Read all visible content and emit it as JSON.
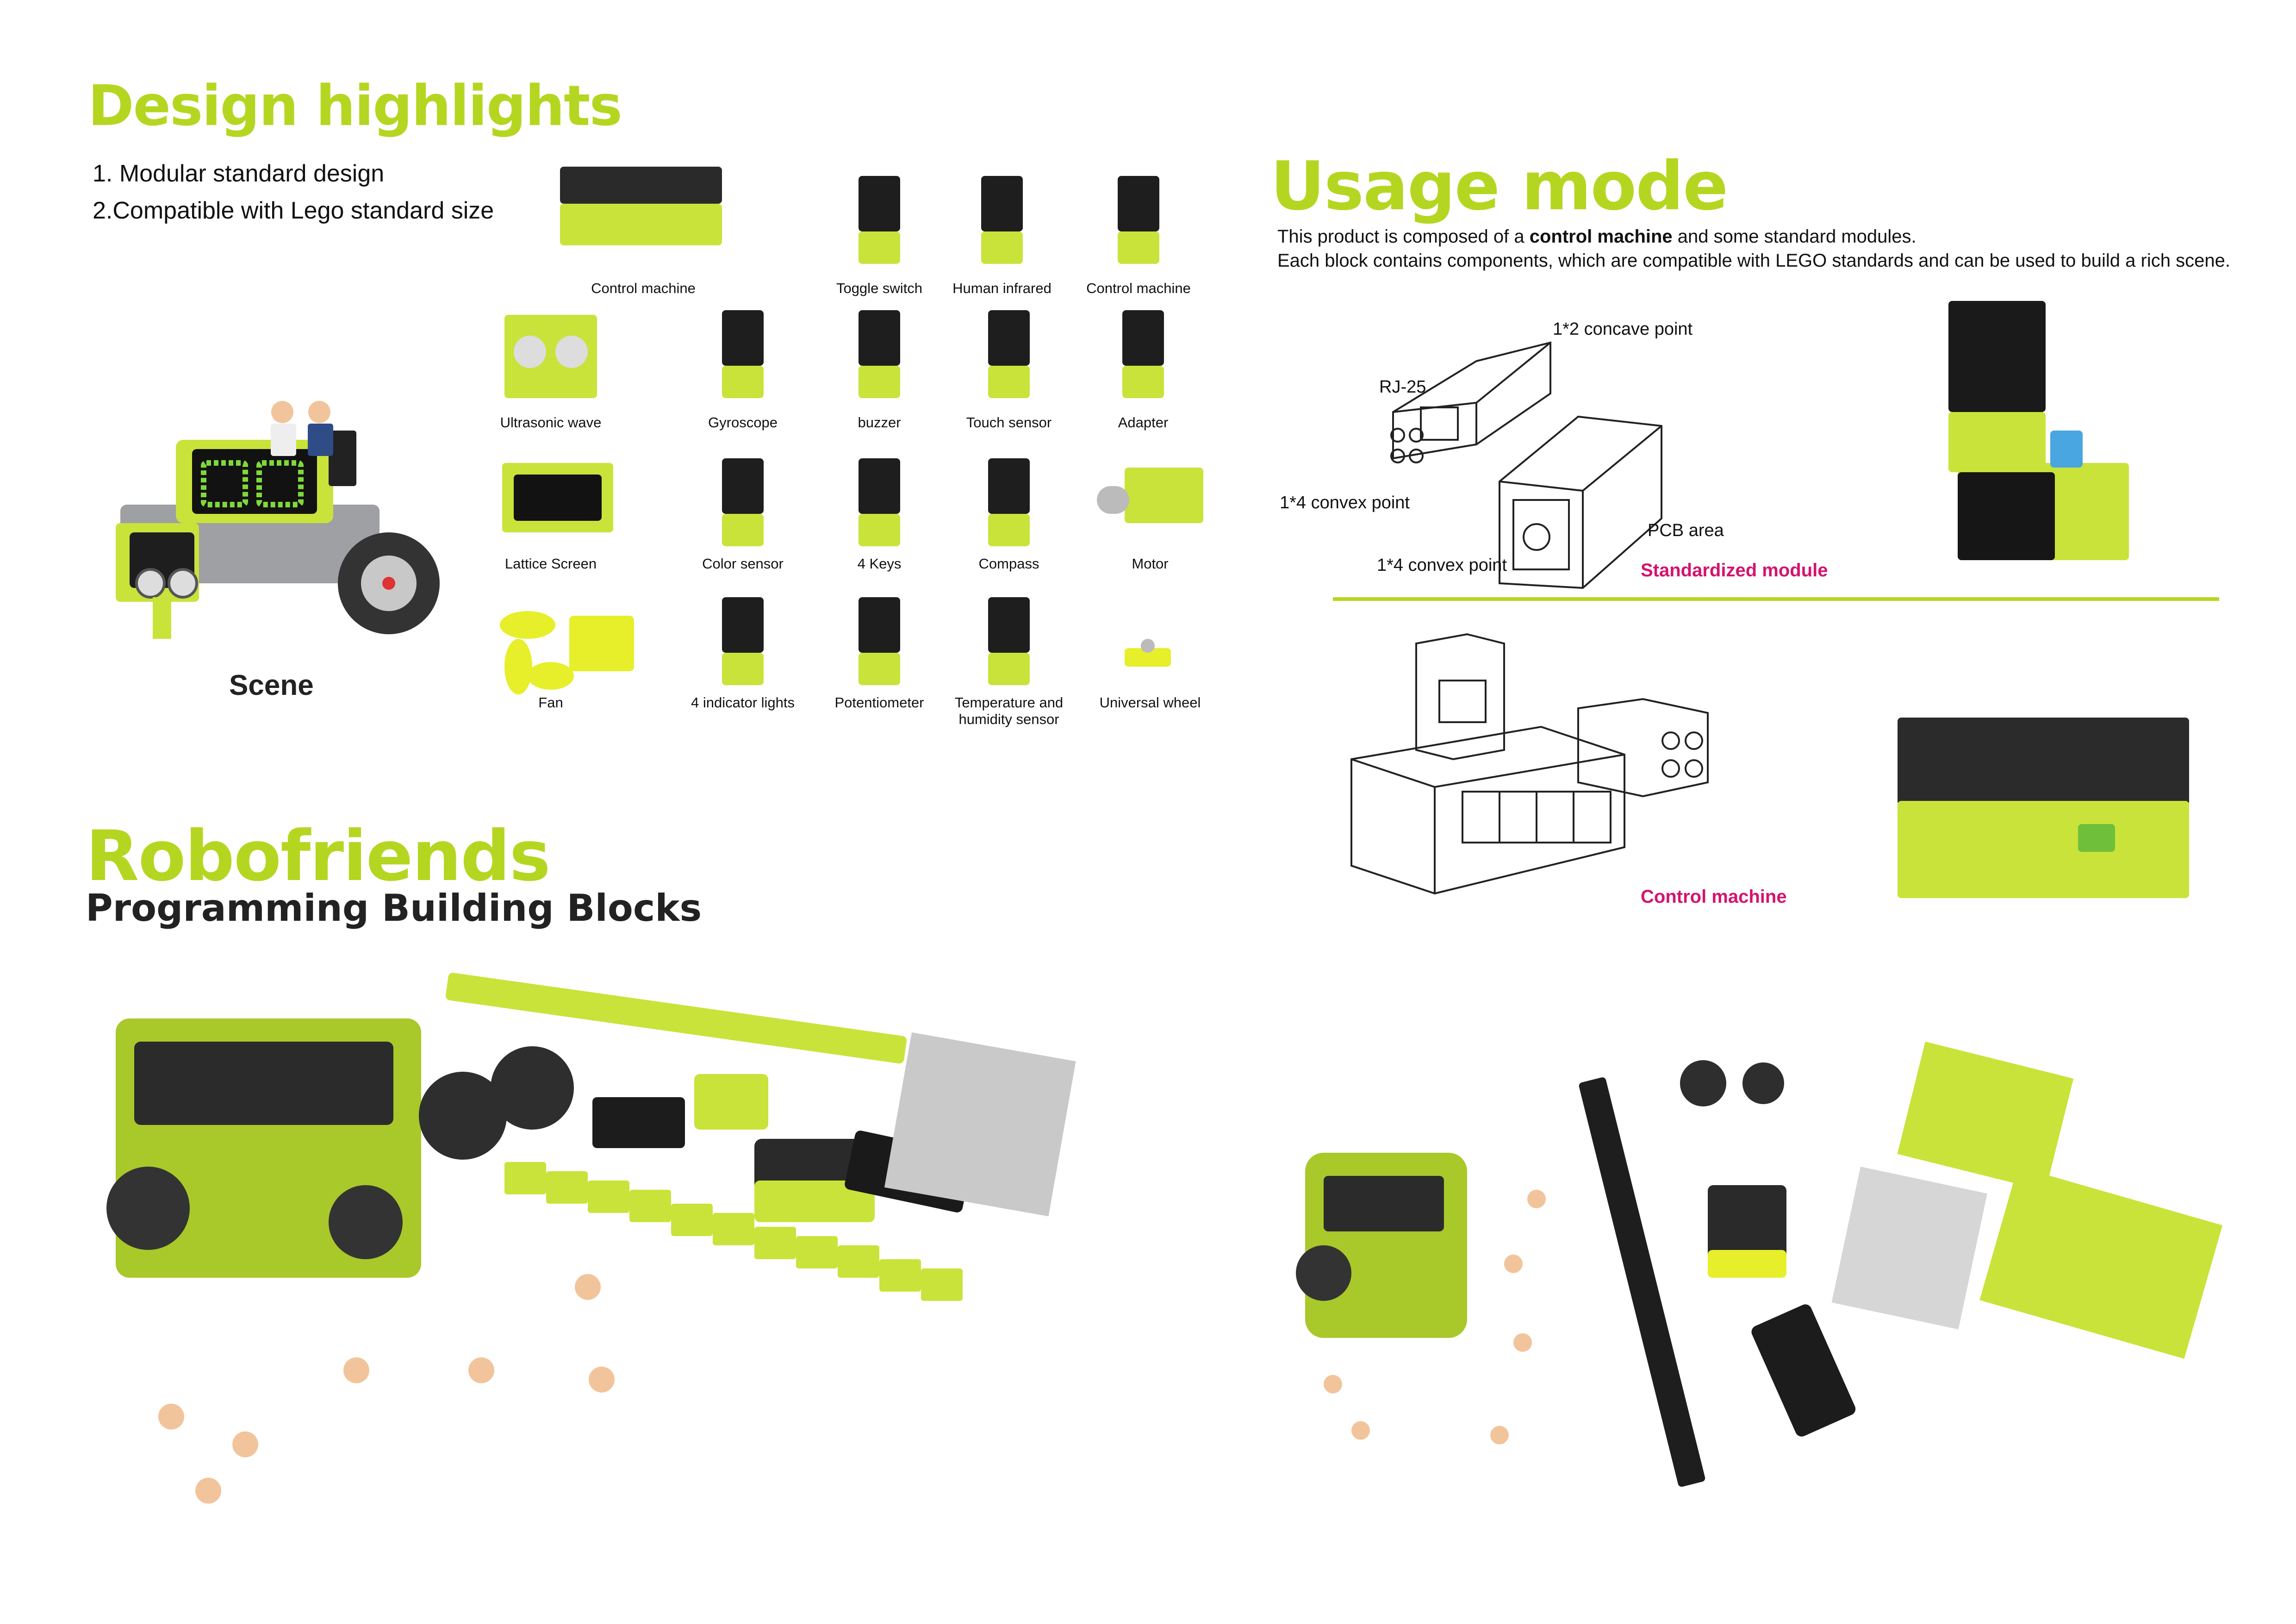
{
  "design": {
    "title": "Design highlights",
    "points": [
      "1. Modular standard design",
      "2.Compatible with Lego standard size"
    ],
    "scene_label": "Scene"
  },
  "modules": [
    "Control machine",
    "Toggle switch",
    "Human infrared",
    "Control machine",
    "Ultrasonic wave",
    "Gyroscope",
    "buzzer",
    "Touch sensor",
    "Adapter",
    "Lattice Screen",
    "Color sensor",
    "4 Keys",
    "Compass",
    "Motor",
    "Fan",
    "4 indicator lights",
    "Potentiometer",
    "Temperature and humidity sensor",
    "Universal wheel"
  ],
  "usage": {
    "title": "Usage mode",
    "desc_1a": "This product is composed of a ",
    "desc_1b": "control machine",
    "desc_1c": " and some standard modules.",
    "desc_2": "Each block contains components, which are compatible with LEGO standards and can be used to build a rich scene.",
    "labels": {
      "concave": "1*2 concave point",
      "rj25": "RJ-25",
      "convex_1": "1*4 convex point",
      "pcb": "PCB area",
      "convex_2": "1*4 convex point",
      "standardized": "Standardized module",
      "control": "Control machine"
    }
  },
  "brand": {
    "title": "Robofriends",
    "subtitle": "Programming Building Blocks"
  },
  "colors": {
    "accent": "#b5d621",
    "pink": "#d4136e",
    "dark": "#222222"
  }
}
